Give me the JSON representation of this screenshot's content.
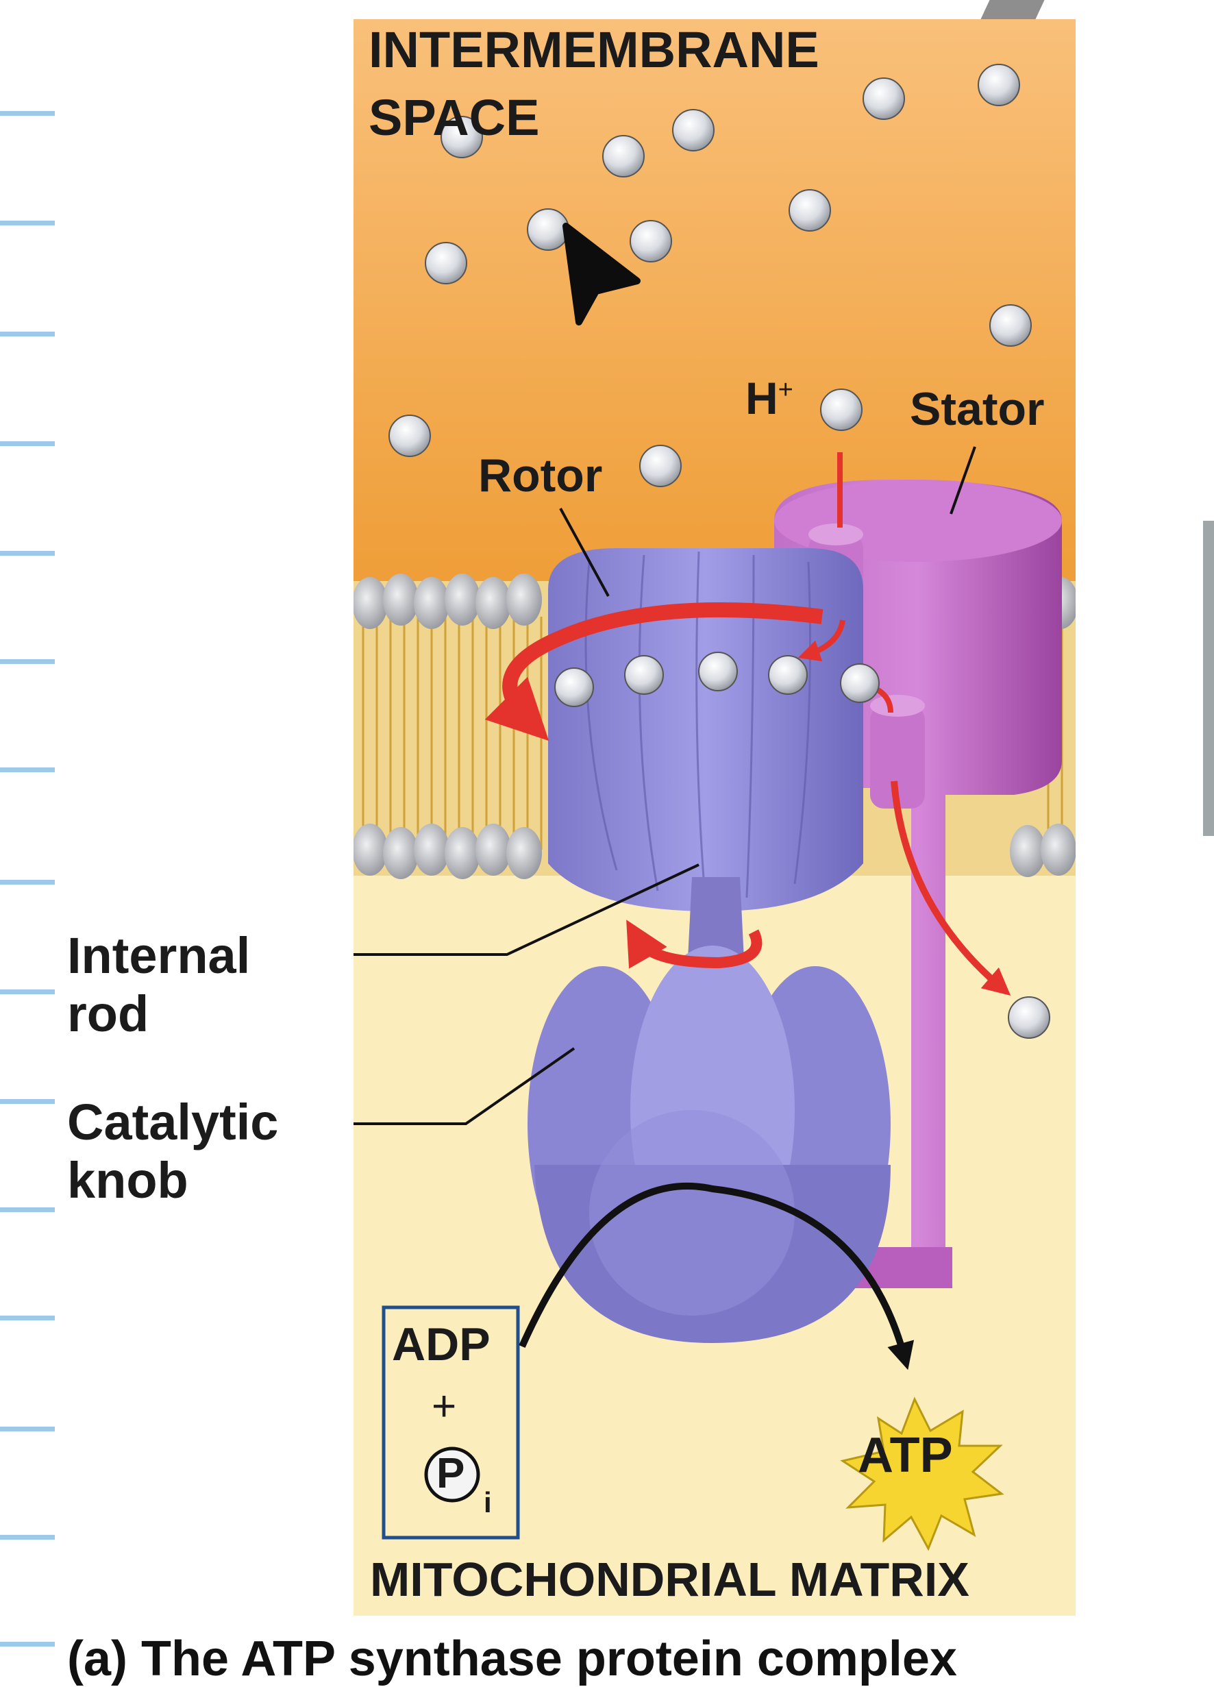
{
  "labels": {
    "intermembrane_line1": "INTERMEMBRANE",
    "intermembrane_line2": "SPACE",
    "h_plus": "H",
    "h_plus_sup": "+",
    "stator": "Stator",
    "rotor": "Rotor",
    "internal_rod": "Internal\nrod",
    "catalytic_knob": "Catalytic\nknob",
    "adp": "ADP",
    "plus": "+",
    "p": "P",
    "p_subscript": "i",
    "atp": "ATP",
    "matrix": "MITOCHONDRIAL MATRIX",
    "caption": "(a) The ATP synthase protein complex"
  },
  "colors": {
    "intermembrane_top": "#f7b66d",
    "intermembrane_bottom": "#f1a23f",
    "membrane_interior": "#efd58d",
    "matrix": "#fcedbd",
    "protein_blue": "#8a86d4",
    "stator_purple": "#b45bb9",
    "arrow_red": "#e4322c",
    "atp_star": "#f7d531",
    "proton_gray": "#d8dbe0",
    "adp_box_border": "#1f4f8c"
  },
  "icons": {
    "cursor": "arrow-cursor-icon",
    "proton": "proton-sphere-icon"
  }
}
